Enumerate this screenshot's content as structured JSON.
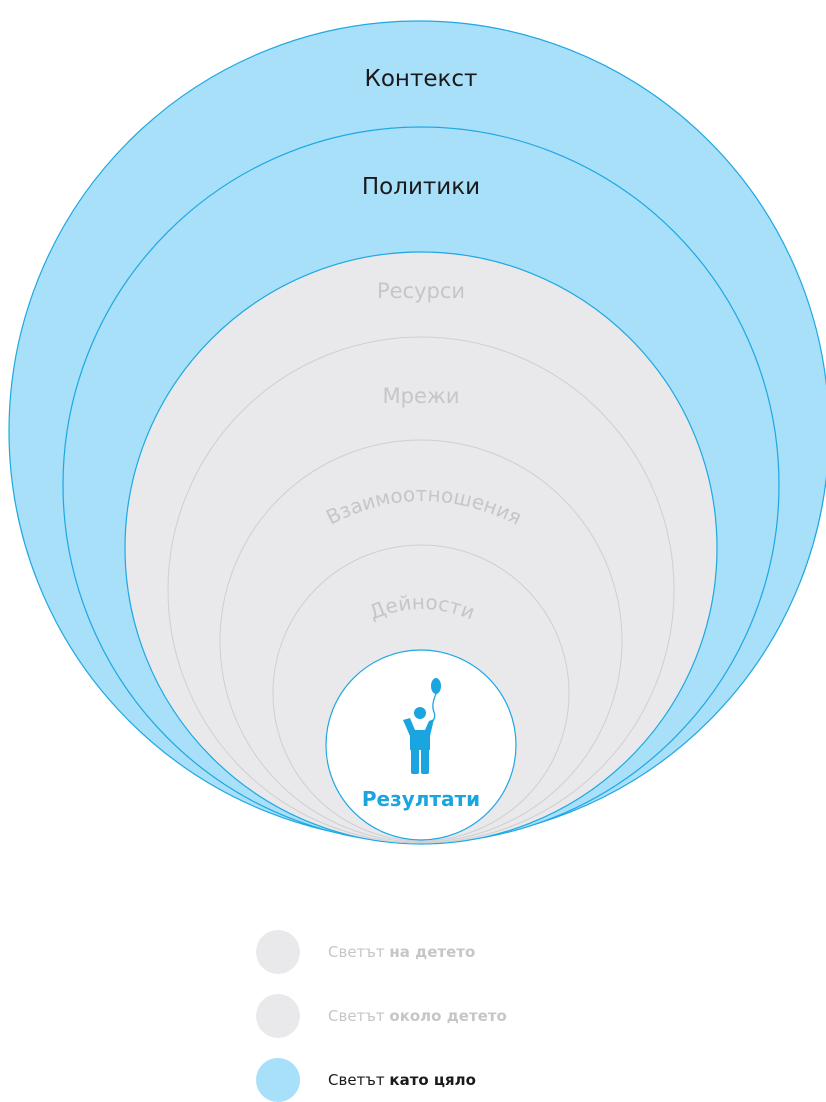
{
  "colors": {
    "blue_fill": "#a8dff9",
    "blue_stroke": "#1da8e3",
    "gray_fill": "#e9e9eb",
    "gray_stroke": "#cfcfd2",
    "gray_text": "#c6c6c9",
    "accent": "#1aa5e0",
    "dark_text": "#1a1a1a"
  },
  "circles": {
    "context": "Контекст",
    "policies": "Политики",
    "resources": "Ресурси",
    "networks": "Мрежи",
    "relationships": "Взаимоотношения",
    "activities": "Дейности",
    "results": "Резултати"
  },
  "icon": "child-with-balloon-icon",
  "legend": [
    {
      "prefix": "Светът ",
      "bold": "на детето",
      "swatch": "gray"
    },
    {
      "prefix": "Светът ",
      "bold": "около детето",
      "swatch": "gray"
    },
    {
      "prefix": "Светът ",
      "bold": "като цяло",
      "swatch": "blue"
    }
  ]
}
